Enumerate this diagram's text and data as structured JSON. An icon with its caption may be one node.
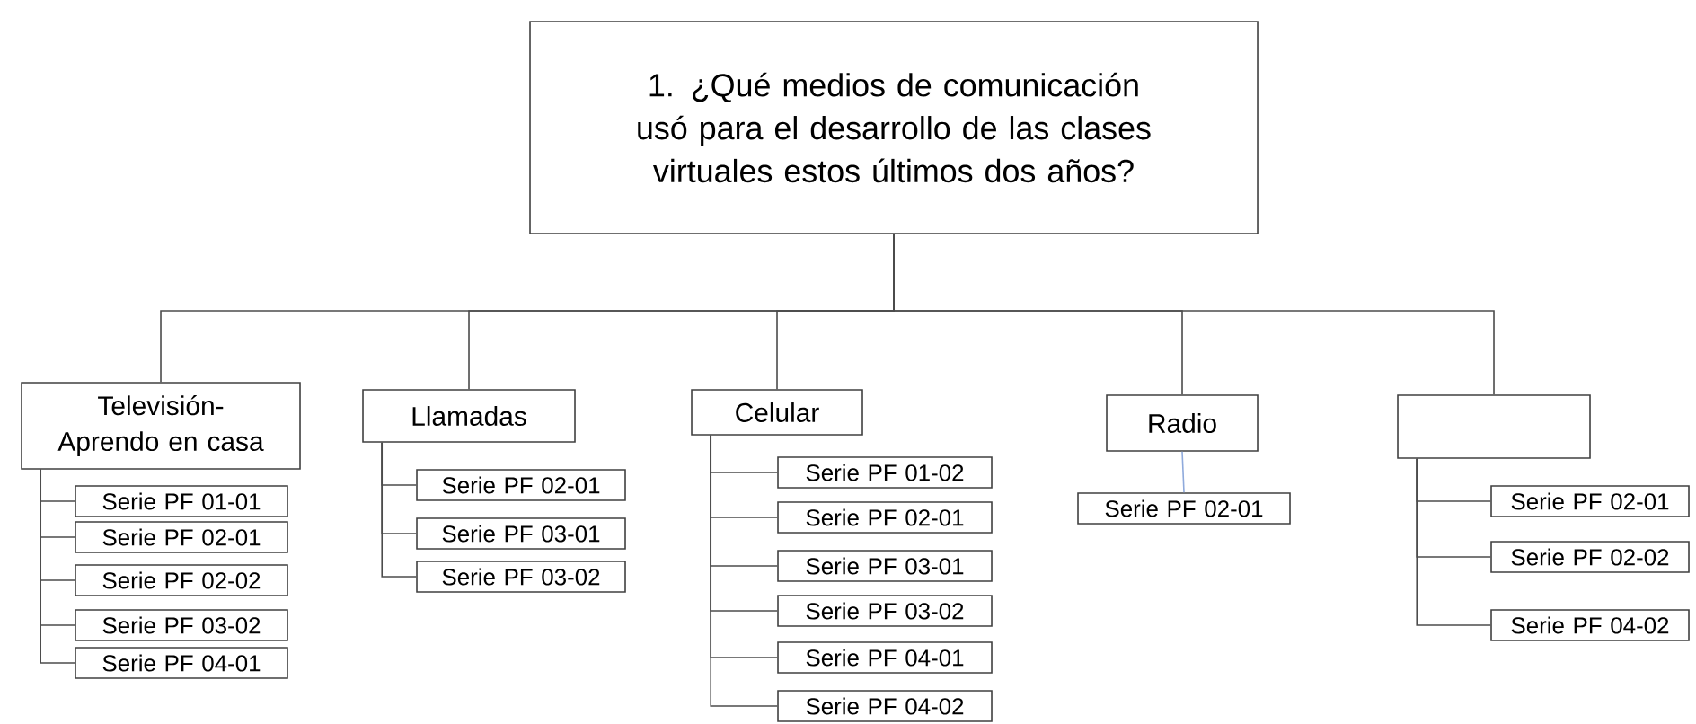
{
  "diagram": {
    "nodes": [
      {
        "text": [
          "1. ¿Qué medios de comunicación usó para el desarrollo de las clases virtuales estos últimos dos años?"
        ]
      },
      {
        "text": [
          "Televisión- Aprendo en casa"
        ]
      },
      {
        "text": [
          "Llamadas"
        ]
      },
      {
        "text": [
          "Celular"
        ]
      },
      {
        "text": [
          "Radio"
        ]
      },
      {
        "text": [],
        "shape": "box"
      },
      {
        "text": [
          "Serie PF 01-01"
        ]
      },
      {
        "text": [
          "Serie PF 02-01"
        ]
      },
      {
        "text": [
          "Serie PF 02-02"
        ]
      },
      {
        "text": [
          "Serie PF 03-02"
        ]
      },
      {
        "text": [
          "Serie PF 04-01"
        ]
      },
      {
        "text": [
          "Serie PF 02-01"
        ]
      },
      {
        "text": [
          "Serie PF 03-01"
        ]
      },
      {
        "text": [
          "Serie PF 03-02"
        ]
      },
      {
        "text": [
          "Serie PF 01-02"
        ]
      },
      {
        "text": [
          "Serie PF 02-01"
        ]
      },
      {
        "text": [
          "Serie PF 03-01"
        ]
      },
      {
        "text": [
          "Serie PF 03-02"
        ]
      },
      {
        "text": [
          "Serie PF 04-01"
        ]
      },
      {
        "text": [
          "Serie PF 04-02"
        ]
      },
      {
        "text": [
          "Serie PF 02-01"
        ]
      },
      {
        "text": [
          "Serie PF 02-01"
        ]
      },
      {
        "text": [
          "Serie PF 02-02"
        ]
      },
      {
        "text": [
          "Serie PF 04-02"
        ]
      }
    ],
    "edges": [
      {
        "from": 0,
        "to": 1,
        "arrow": "none"
      },
      {
        "from": 0,
        "to": 2,
        "arrow": "none"
      },
      {
        "from": 0,
        "to": 3,
        "arrow": "none"
      },
      {
        "from": 0,
        "to": 4,
        "arrow": "none"
      },
      {
        "from": 0,
        "to": 5,
        "arrow": "none"
      },
      {
        "from": 1,
        "to": 6,
        "arrow": "none"
      },
      {
        "from": 1,
        "to": 7,
        "arrow": "none"
      },
      {
        "from": 1,
        "to": 8,
        "arrow": "none"
      },
      {
        "from": 1,
        "to": 9,
        "arrow": "none"
      },
      {
        "from": 1,
        "to": 10,
        "arrow": "none"
      },
      {
        "from": 2,
        "to": 11,
        "arrow": "none"
      },
      {
        "from": 2,
        "to": 12,
        "arrow": "none"
      },
      {
        "from": 2,
        "to": 13,
        "arrow": "none"
      },
      {
        "from": 3,
        "to": 14,
        "arrow": "none"
      },
      {
        "from": 3,
        "to": 15,
        "arrow": "none"
      },
      {
        "from": 3,
        "to": 16,
        "arrow": "none"
      },
      {
        "from": 3,
        "to": 17,
        "arrow": "none"
      },
      {
        "from": 3,
        "to": 18,
        "arrow": "none"
      },
      {
        "from": 3,
        "to": 19,
        "arrow": "none"
      },
      {
        "from": 4,
        "to": 20,
        "arrow": "none",
        "color": "#8faadc"
      },
      {
        "from": 5,
        "to": 21,
        "arrow": "none"
      },
      {
        "from": 5,
        "to": 22,
        "arrow": "none"
      },
      {
        "from": 5,
        "to": 23,
        "arrow": "none"
      }
    ]
  }
}
